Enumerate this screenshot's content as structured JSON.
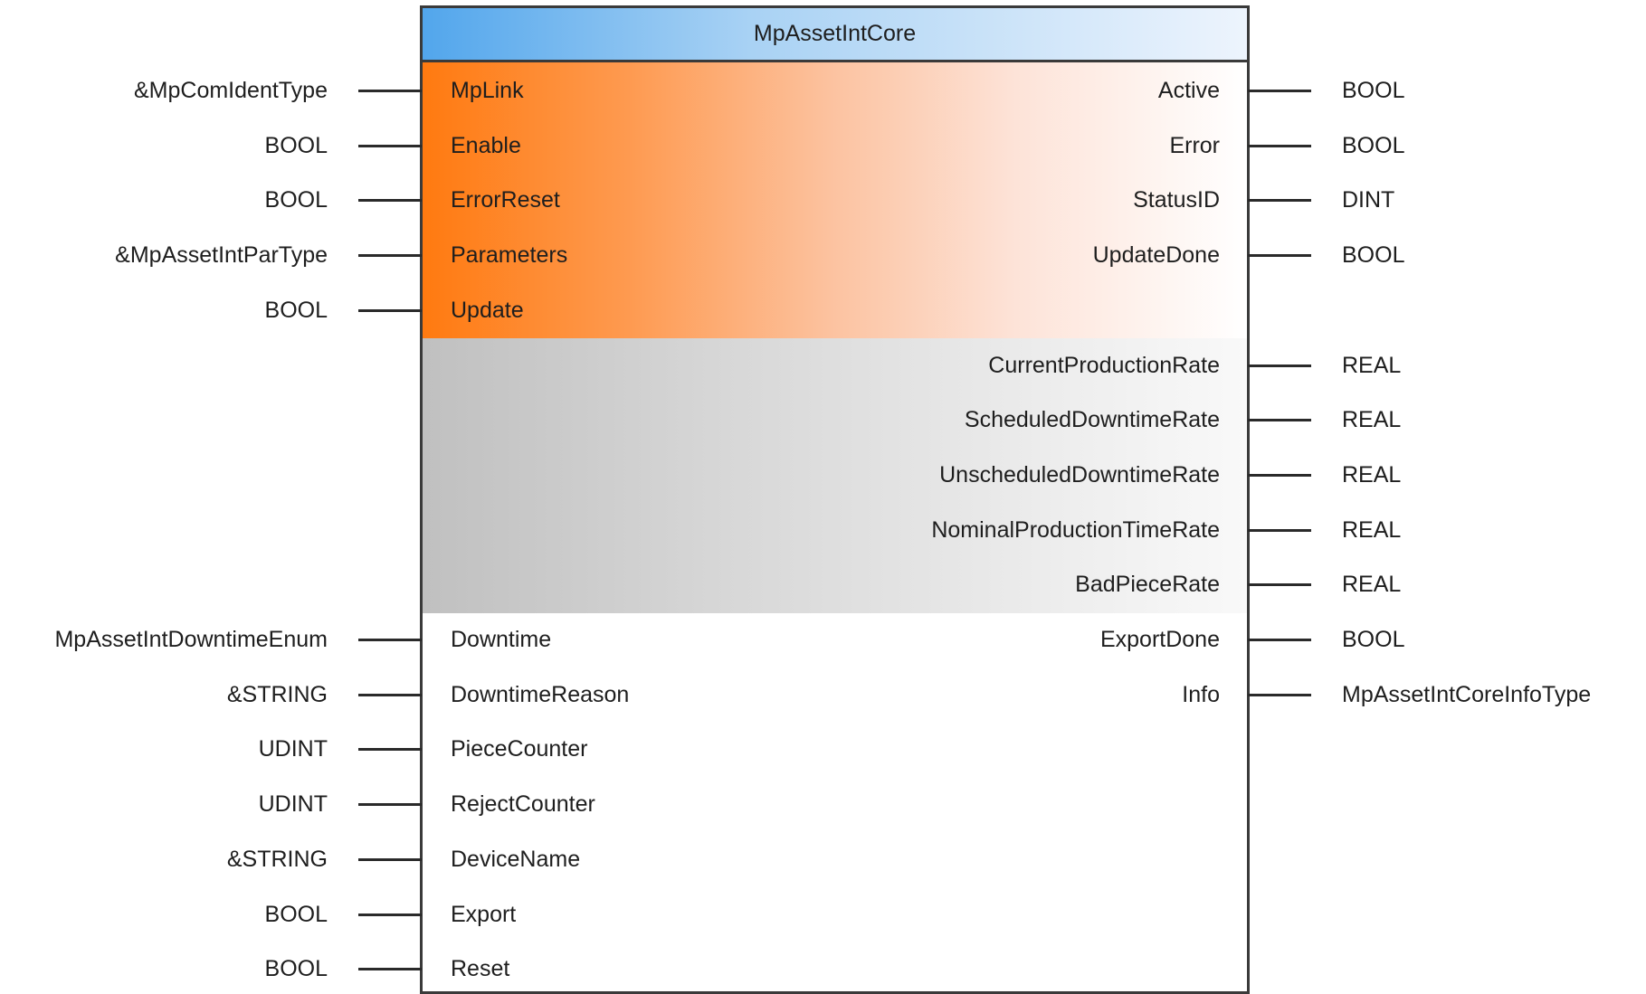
{
  "block": {
    "title": "MpAssetIntCore"
  },
  "inputs": [
    {
      "name": "MpLink",
      "type": "&MpComIdentType"
    },
    {
      "name": "Enable",
      "type": "BOOL"
    },
    {
      "name": "ErrorReset",
      "type": "BOOL"
    },
    {
      "name": "Parameters",
      "type": "&MpAssetIntParType"
    },
    {
      "name": "Update",
      "type": "BOOL"
    },
    {
      "name": "Downtime",
      "type": "MpAssetIntDowntimeEnum",
      "row": 10
    },
    {
      "name": "DowntimeReason",
      "type": "&STRING",
      "row": 11
    },
    {
      "name": "PieceCounter",
      "type": "UDINT",
      "row": 12
    },
    {
      "name": "RejectCounter",
      "type": "UDINT",
      "row": 13
    },
    {
      "name": "DeviceName",
      "type": "&STRING",
      "row": 14
    },
    {
      "name": "Export",
      "type": "BOOL",
      "row": 15
    },
    {
      "name": "Reset",
      "type": "BOOL",
      "row": 16
    }
  ],
  "outputs": [
    {
      "name": "Active",
      "type": "BOOL"
    },
    {
      "name": "Error",
      "type": "BOOL"
    },
    {
      "name": "StatusID",
      "type": "DINT"
    },
    {
      "name": "UpdateDone",
      "type": "BOOL"
    },
    {
      "name": "CurrentProductionRate",
      "type": "REAL",
      "row": 5
    },
    {
      "name": "ScheduledDowntimeRate",
      "type": "REAL",
      "row": 6
    },
    {
      "name": "UnscheduledDowntimeRate",
      "type": "REAL",
      "row": 7
    },
    {
      "name": "NominalProductionTimeRate",
      "type": "REAL",
      "row": 8
    },
    {
      "name": "BadPieceRate",
      "type": "REAL",
      "row": 9
    },
    {
      "name": "ExportDone",
      "type": "BOOL",
      "row": 10
    },
    {
      "name": "Info",
      "type": "MpAssetIntCoreInfoType",
      "row": 11
    }
  ],
  "colors": {
    "title_gradient_start": "#52a6ec",
    "title_gradient_end": "#edf4fd",
    "mandatory_section": "#ff7a10",
    "output_section": "#c0c0c0",
    "border": "#3a3a3a",
    "wire": "#2a2a2a"
  }
}
